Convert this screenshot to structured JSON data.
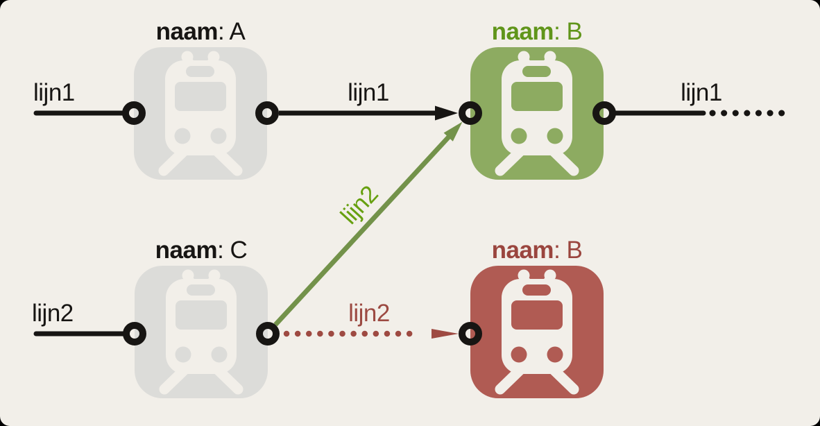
{
  "diagram": {
    "type": "transit-network-diagram",
    "background_color": "#f2efe9",
    "corner_color": "#000000",
    "stations": [
      {
        "id": "A",
        "label_bold": "naam",
        "label_rest": ": A",
        "style": "gray",
        "icon": "train-icon"
      },
      {
        "id": "B-top",
        "label_bold": "naam",
        "label_rest": ": B",
        "style": "green",
        "icon": "train-icon"
      },
      {
        "id": "C",
        "label_bold": "naam",
        "label_rest": ": C",
        "style": "gray",
        "icon": "train-icon"
      },
      {
        "id": "B-bottom",
        "label_bold": "naam",
        "label_rest": ": B",
        "style": "maroon",
        "icon": "train-icon"
      }
    ],
    "edges": {
      "lijn1_in": {
        "label": "lijn1",
        "style": "solid black line into station A"
      },
      "lijn1_ab": {
        "label": "lijn1",
        "style": "solid black arrow from A to B-top"
      },
      "lijn1_out": {
        "label": "lijn1",
        "style": "solid black line from B-top fading to dots"
      },
      "lijn2_in": {
        "label": "lijn2",
        "style": "solid black line into station C"
      },
      "lijn2_c_to_b": {
        "label": "lijn2",
        "style": "solid green diagonal arrow from C to B-top"
      },
      "lijn2_c_to_b2": {
        "label": "lijn2",
        "style": "dotted maroon arrow from C to B-bottom"
      }
    }
  },
  "colors": {
    "background": "#f2efe9",
    "black_ink": "#171513",
    "gray_station": "#dcdcd9",
    "green_station": "#8dab61",
    "green_station_text": "#60951a",
    "green_line": "#73924a",
    "green_line_label": "#67a010",
    "maroon_station": "#b05b53",
    "maroon_station_text": "#9a453e",
    "maroon_line": "#9e4a42"
  }
}
